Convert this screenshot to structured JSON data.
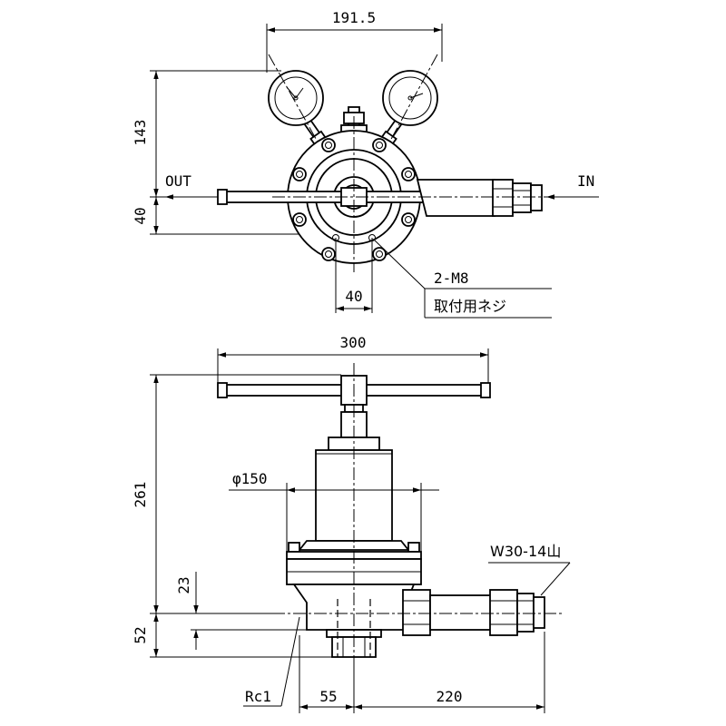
{
  "top_view": {
    "width_dim": "191.5",
    "height_upper_dim": "143",
    "height_lower_dim": "40",
    "bolt_spacing_dim": "40",
    "out_label": "OUT",
    "in_label": "IN",
    "thread_label": "2-M8",
    "mount_label": "取付用ネジ"
  },
  "side_view": {
    "handle_dim": "300",
    "height_dim": "261",
    "diameter_dim": "φ150",
    "offset_dim": "23",
    "base_dim": "52",
    "outlet_thread_label": "W30-14山",
    "port_label": "Rc1",
    "center_dim": "55",
    "inlet_dim": "220"
  }
}
